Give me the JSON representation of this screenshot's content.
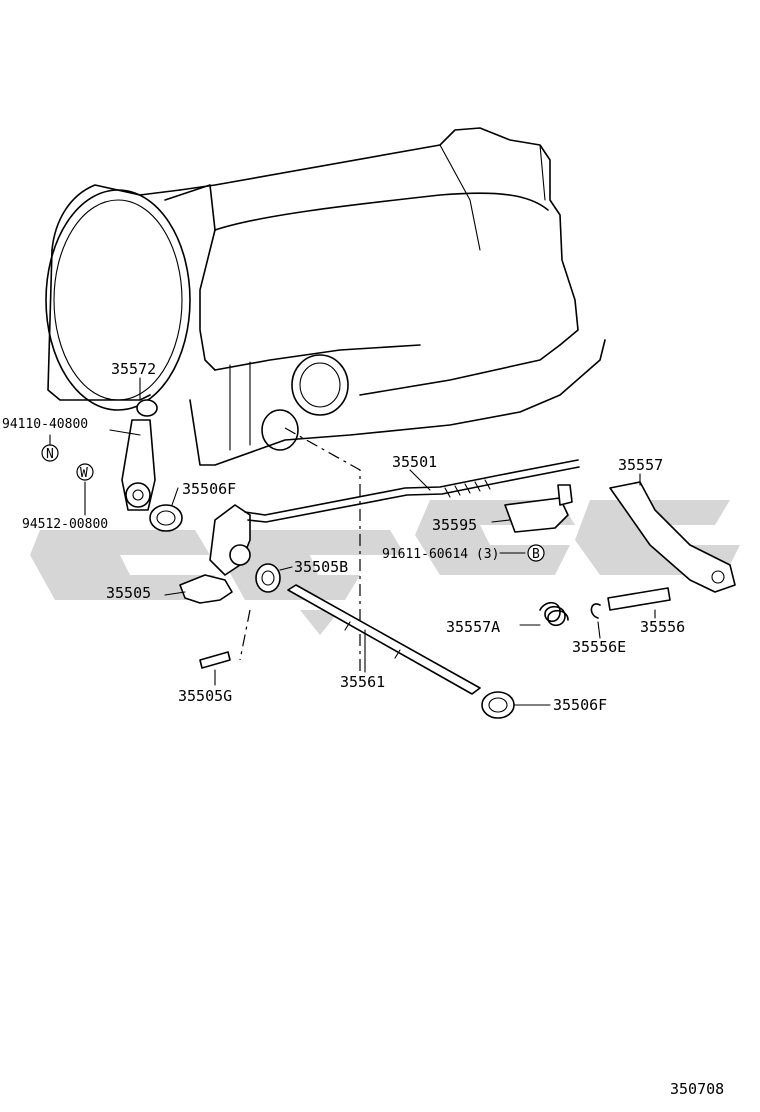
{
  "diagram": {
    "part_labels": [
      "35572",
      "94110-40800",
      "94512-00800",
      "35506F",
      "35505",
      "35505B",
      "35505G",
      "35561",
      "35501",
      "35595",
      "91611-60614 (3)",
      "35557",
      "35557A",
      "35556E",
      "35556",
      "35506F"
    ],
    "symbols": {
      "nut": "N",
      "washer": "W",
      "bolt": "B"
    },
    "figure_code": "350708"
  }
}
